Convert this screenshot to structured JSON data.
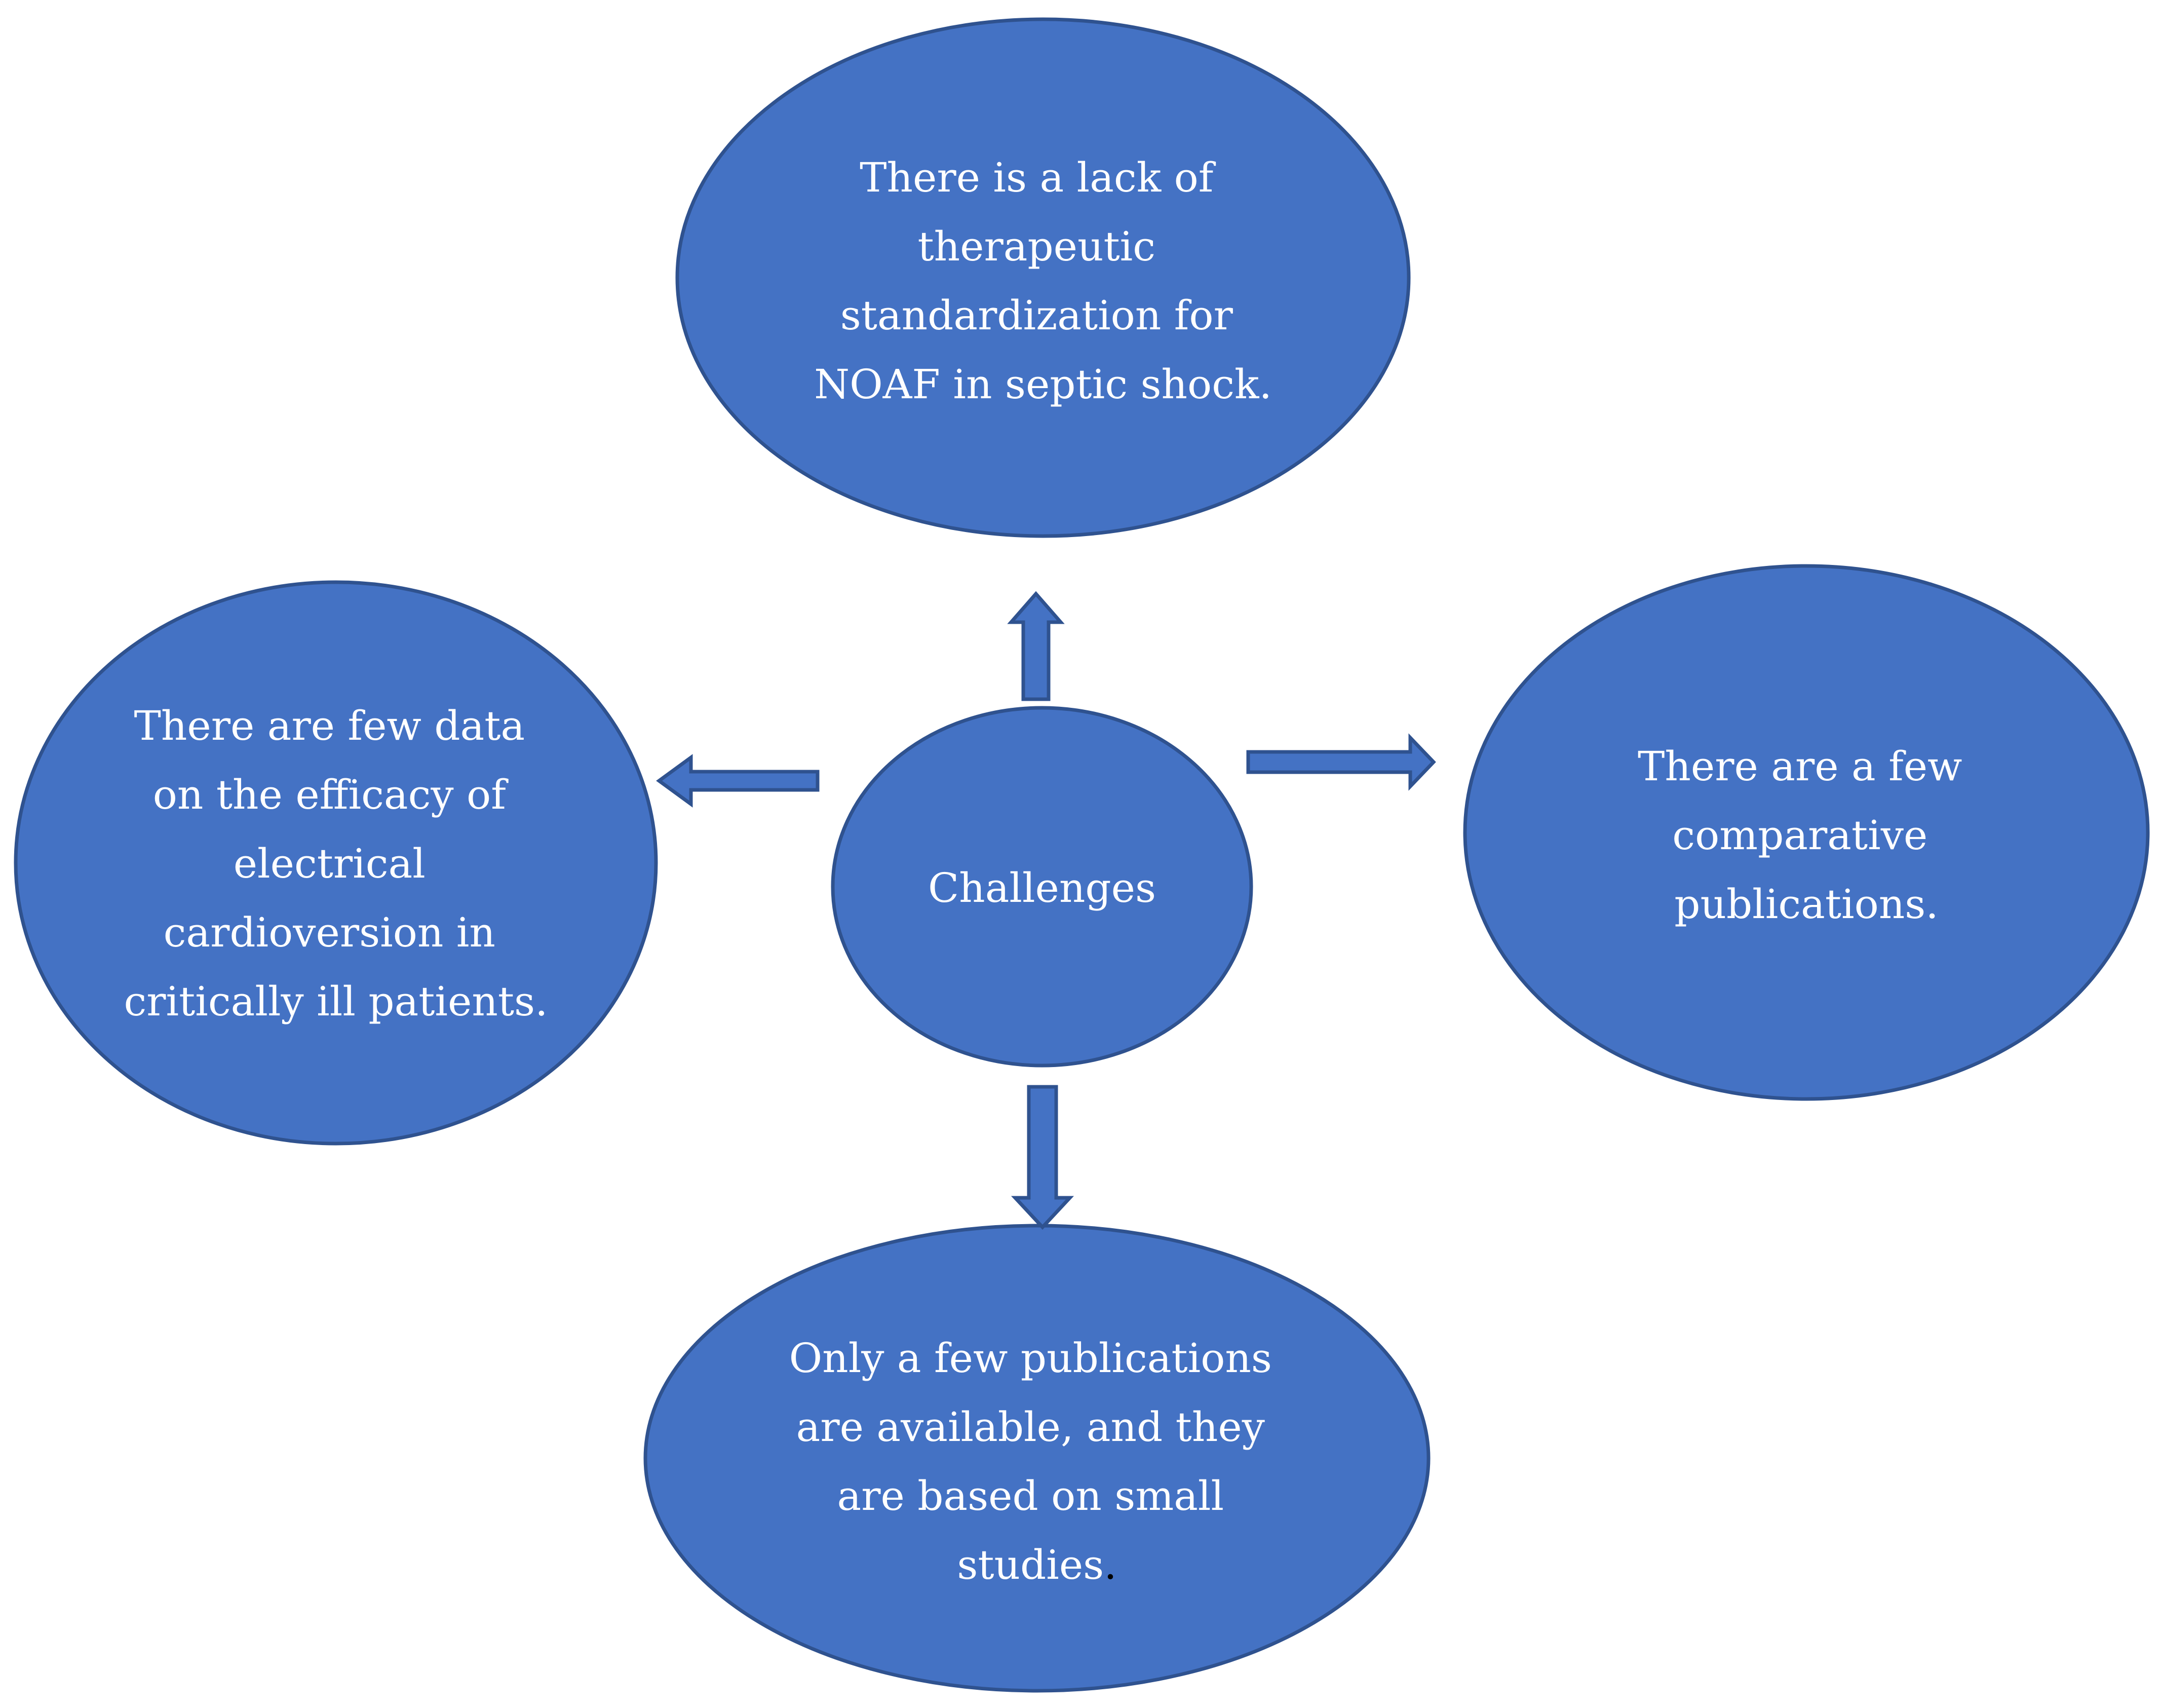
{
  "diagram": {
    "colors": {
      "fill": "#4472C4",
      "stroke": "#2F528F",
      "text": "#FFFFFF",
      "background": "#FFFFFF"
    },
    "center": {
      "label": "Challenges"
    },
    "top": {
      "lines": [
        "There is a lack of",
        "therapeutic",
        "standardization for",
        "NOAF in septic shock."
      ]
    },
    "left": {
      "lines": [
        "There are few data",
        "on the efficacy of",
        "electrical",
        "cardioversion in",
        "critically ill patients."
      ]
    },
    "right": {
      "lines": [
        "There are a few",
        "comparative",
        "publications."
      ]
    },
    "bottom": {
      "lines": [
        "Only a few publications",
        "are available, and they",
        "are based on small",
        "studies"
      ],
      "trailing_dot": "."
    }
  }
}
